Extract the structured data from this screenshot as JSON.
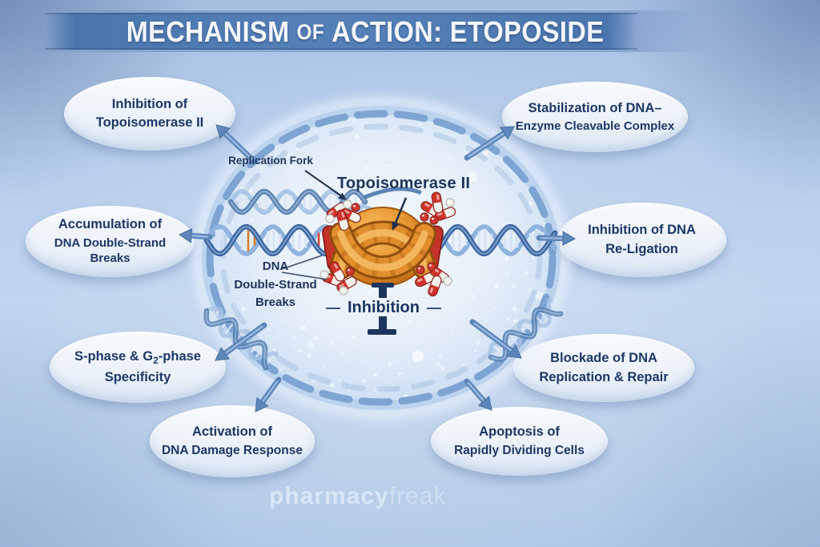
{
  "title": {
    "part1": "MECHANISM",
    "part2": "OF",
    "part3": "ACTION: ETOPOSIDE"
  },
  "cell_labels": {
    "replication_fork": "Replication Fork",
    "topoisomerase": "Topoisomerase II",
    "dsb_line1": "DNA",
    "dsb_line2": "Double-Strand",
    "dsb_line3": "Breaks",
    "inhibition": "Inhibition",
    "inhibition_dash": "—"
  },
  "callouts": [
    {
      "lines": [
        "Inhibition of",
        "Topoisomerase II"
      ]
    },
    {
      "lines": [
        "Stabilization of DNA–",
        "Enzyme Cleavable Complex"
      ]
    },
    {
      "lines": [
        "Accumulation of",
        "DNA Double-Strand Breaks"
      ]
    },
    {
      "lines": [
        "Inhibition of DNA",
        "Re-Ligation"
      ]
    },
    {
      "pre": "S-phase & G",
      "sub": "2",
      "post": "-phase",
      "line2": "Specificity"
    },
    {
      "lines": [
        "Activation of",
        "DNA Damage Response"
      ]
    },
    {
      "lines": [
        "Apoptosis of",
        "Rapidly Dividing Cells"
      ]
    },
    {
      "lines": [
        "Blockade of DNA",
        "Replication & Repair"
      ]
    }
  ],
  "watermark": {
    "bold": "pharmacy",
    "light": "freak"
  },
  "colors": {
    "background": "#b7cdeb",
    "banner": "#4a75ad",
    "text_navy": "#1d3766",
    "arrow_blue": "#5d87bb",
    "cell_membrane": "#7da4d2",
    "protein_orange": "#e18e2d",
    "capsule_red": "#d0382e"
  }
}
